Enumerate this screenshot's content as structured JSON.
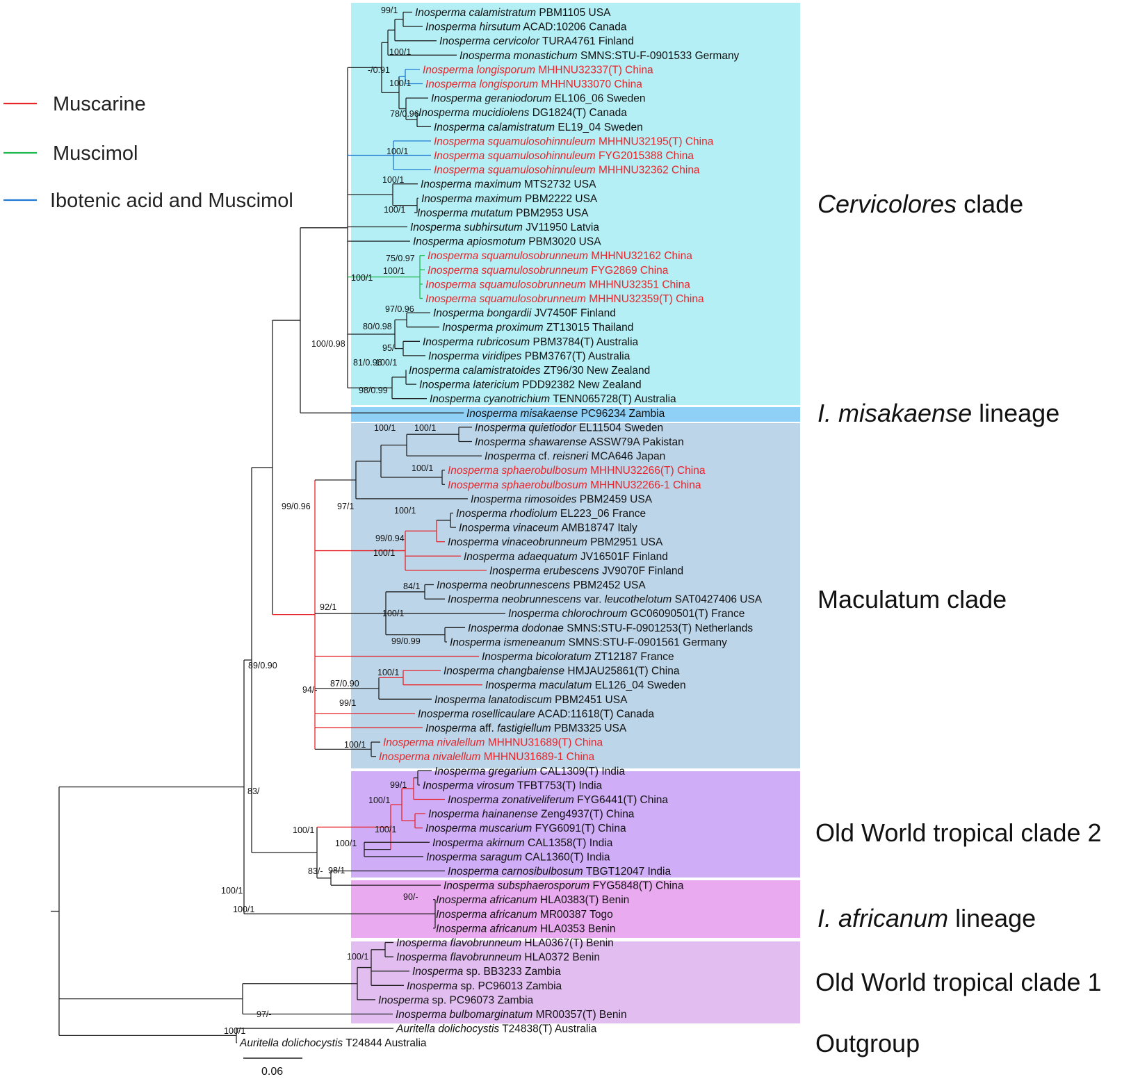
{
  "legend": [
    {
      "label": "Muscarine",
      "color": "#e8242a"
    },
    {
      "label": "Muscimol",
      "color": "#1fb84f"
    },
    {
      "label": "Ibotenic acid and Muscimol",
      "color": "#1f78d1"
    }
  ],
  "scale_bar": {
    "label": "0.06"
  },
  "colors": {
    "default_branch": "#222222",
    "highlight_text": "#e8242a"
  },
  "clades": [
    {
      "id": "cervicolores",
      "italic": "Cervicolores",
      "rest": " clade",
      "color": "#b3eff4"
    },
    {
      "id": "misakaense",
      "italic": "I. misakaense",
      "rest": " lineage",
      "color": "#8fd0f7"
    },
    {
      "id": "maculatum",
      "italic": "",
      "rest": "Maculatum clade",
      "color": "#bcd5e8"
    },
    {
      "id": "owt2",
      "italic": "",
      "rest": "Old World tropical clade 2",
      "color": "#cfadf7"
    },
    {
      "id": "africanum",
      "italic": "I. africanum",
      "rest": " lineage",
      "color": "#eaaaf0"
    },
    {
      "id": "owt1",
      "italic": "",
      "rest": "Old World tropical clade 1",
      "color": "#e1bdf0"
    },
    {
      "id": "outgroup",
      "italic": "",
      "rest": "Outgroup",
      "color": ""
    }
  ],
  "taxa": [
    {
      "genus": "Inosperma",
      "epithet": "calamistratum",
      "voucher": "PBM1105 USA",
      "red": false
    },
    {
      "genus": "Inosperma",
      "epithet": "hirsutum",
      "voucher": "ACAD:10206 Canada",
      "red": false
    },
    {
      "genus": "Inosperma",
      "epithet": "cervicolor",
      "voucher": "TURA4761 Finland",
      "red": false
    },
    {
      "genus": "Inosperma",
      "epithet": "monastichum",
      "voucher": "SMNS:STU-F-0901533 Germany",
      "red": false
    },
    {
      "genus": "Inosperma",
      "epithet": "longisporum",
      "voucher": "MHHNU32337(T) China",
      "red": true
    },
    {
      "genus": "Inosperma",
      "epithet": "longisporum",
      "voucher": "MHHNU33070 China",
      "red": true
    },
    {
      "genus": "Inosperma",
      "epithet": "geraniodorum",
      "voucher": "EL106_06 Sweden",
      "red": false
    },
    {
      "genus": "Inosperma",
      "epithet": "mucidiolens",
      "voucher": "DG1824(T) Canada",
      "red": false
    },
    {
      "genus": "Inosperma",
      "epithet": "calamistratum",
      "voucher": "EL19_04 Sweden",
      "red": false
    },
    {
      "genus": "Inosperma",
      "epithet": "squamulosohinnuleum",
      "voucher": "MHHNU32195(T) China",
      "red": true
    },
    {
      "genus": "Inosperma",
      "epithet": "squamulosohinnuleum",
      "voucher": "FYG2015388 China",
      "red": true
    },
    {
      "genus": "Inosperma",
      "epithet": "squamulosohinnuleum",
      "voucher": "MHHNU32362 China",
      "red": true
    },
    {
      "genus": "Inosperma",
      "epithet": "maximum",
      "voucher": "MTS2732 USA",
      "red": false
    },
    {
      "genus": "Inosperma",
      "epithet": "maximum",
      "voucher": "PBM2222 USA",
      "red": false
    },
    {
      "genus": "Inosperma",
      "epithet": "mutatum",
      "voucher": "PBM2953 USA",
      "red": false
    },
    {
      "genus": "Inosperma",
      "epithet": "subhirsutum",
      "voucher": "JV11950 Latvia",
      "red": false
    },
    {
      "genus": "Inosperma",
      "epithet": "apiosmotum",
      "voucher": "PBM3020 USA",
      "red": false
    },
    {
      "genus": "Inosperma",
      "epithet": "squamulosobrunneum",
      "voucher": "MHHNU32162 China",
      "red": true
    },
    {
      "genus": "Inosperma",
      "epithet": "squamulosobrunneum",
      "voucher": "FYG2869 China",
      "red": true
    },
    {
      "genus": "Inosperma",
      "epithet": "squamulosobrunneum",
      "voucher": "MHHNU32351 China",
      "red": true
    },
    {
      "genus": "Inosperma",
      "epithet": "squamulosobrunneum",
      "voucher": "MHHNU32359(T) China",
      "red": true
    },
    {
      "genus": "Inosperma",
      "epithet": "bongardii",
      "voucher": "JV7450F Finland",
      "red": false
    },
    {
      "genus": "Inosperma",
      "epithet": "proximum",
      "voucher": "ZT13015 Thailand",
      "red": false
    },
    {
      "genus": "Inosperma",
      "epithet": "rubricosum",
      "voucher": "PBM3784(T) Australia",
      "red": false
    },
    {
      "genus": "Inosperma",
      "epithet": "viridipes",
      "voucher": "PBM3767(T) Australia",
      "red": false
    },
    {
      "genus": "Inosperma",
      "epithet": "calamistratoides",
      "voucher": "ZT96/30 New Zealand",
      "red": false
    },
    {
      "genus": "Inosperma",
      "epithet": "latericium",
      "voucher": "PDD92382 New Zealand",
      "red": false
    },
    {
      "genus": "Inosperma",
      "epithet": "cyanotrichium",
      "voucher": "TENN065728(T) Australia",
      "red": false
    },
    {
      "genus": "Inosperma",
      "epithet": "misakaense",
      "voucher": "PC96234 Zambia",
      "red": false
    },
    {
      "genus": "Inosperma",
      "epithet": "quietiodor",
      "voucher": "EL11504 Sweden",
      "red": false
    },
    {
      "genus": "Inosperma",
      "epithet": "shawarense",
      "voucher": "ASSW79A Pakistan",
      "red": false
    },
    {
      "genus": "Inosperma",
      "epithet": "cf. reisneri",
      "voucher": "MCA646 Japan",
      "red": false,
      "upright_cf": true
    },
    {
      "genus": "Inosperma",
      "epithet": "sphaerobulbosum",
      "voucher": "MHHNU32266(T) China",
      "red": true
    },
    {
      "genus": "Inosperma",
      "epithet": "sphaerobulbosum",
      "voucher": "MHHNU32266-1 China",
      "red": true
    },
    {
      "genus": "Inosperma",
      "epithet": "rimosoides",
      "voucher": "PBM2459 USA",
      "red": false
    },
    {
      "genus": "Inosperma",
      "epithet": "rhodiolum",
      "voucher": "EL223_06 France",
      "red": false
    },
    {
      "genus": "Inosperma",
      "epithet": "vinaceum",
      "voucher": "AMB18747 Italy",
      "red": false
    },
    {
      "genus": "Inosperma",
      "epithet": "vinaceobrunneum",
      "voucher": "PBM2951 USA",
      "red": false
    },
    {
      "genus": "Inosperma",
      "epithet": "adaequatum",
      "voucher": "JV16501F Finland",
      "red": false
    },
    {
      "genus": "Inosperma",
      "epithet": "erubescens",
      "voucher": "JV9070F Finland",
      "red": false
    },
    {
      "genus": "Inosperma",
      "epithet": "neobrunnescens",
      "voucher": "PBM2452 USA",
      "red": false
    },
    {
      "genus": "Inosperma",
      "epithet": "neobrunnescens",
      "voucher": "SAT0427406 USA",
      "red": false,
      "variety": "leucothelotum"
    },
    {
      "genus": "Inosperma",
      "epithet": "chlorochroum",
      "voucher": "GC06090501(T) France",
      "red": false
    },
    {
      "genus": "Inosperma",
      "epithet": "dodonae",
      "voucher": "SMNS:STU-F-0901253(T) Netherlands",
      "red": false
    },
    {
      "genus": "Inosperma",
      "epithet": "ismeneanum",
      "voucher": "SMNS:STU-F-0901561 Germany",
      "red": false
    },
    {
      "genus": "Inosperma",
      "epithet": "bicoloratum",
      "voucher": "ZT12187 France",
      "red": false
    },
    {
      "genus": "Inosperma",
      "epithet": "changbaiense",
      "voucher": "HMJAU25861(T) China",
      "red": false
    },
    {
      "genus": "Inosperma",
      "epithet": "maculatum",
      "voucher": "EL126_04 Sweden",
      "red": false
    },
    {
      "genus": "Inosperma",
      "epithet": "lanatodiscum",
      "voucher": "PBM2451 USA",
      "red": false
    },
    {
      "genus": "Inosperma",
      "epithet": "rosellicaulare",
      "voucher": "ACAD:11618(T) Canada",
      "red": false
    },
    {
      "genus": "Inosperma",
      "epithet": "aff. fastigiellum",
      "voucher": "PBM3325 USA",
      "red": false,
      "upright_cf": true
    },
    {
      "genus": "Inosperma",
      "epithet": "nivalellum",
      "voucher": "MHHNU31689(T) China",
      "red": true
    },
    {
      "genus": "Inosperma",
      "epithet": "nivalellum",
      "voucher": "MHHNU31689-1 China",
      "red": true
    },
    {
      "genus": "Inosperma",
      "epithet": "gregarium",
      "voucher": "CAL1309(T) India",
      "red": false
    },
    {
      "genus": "Inosperma",
      "epithet": "virosum",
      "voucher": "TFBT753(T) India",
      "red": false
    },
    {
      "genus": "Inosperma",
      "epithet": "zonativeliferum",
      "voucher": "FYG6441(T) China",
      "red": false
    },
    {
      "genus": "Inosperma",
      "epithet": "hainanense",
      "voucher": "Zeng4937(T) China",
      "red": false
    },
    {
      "genus": "Inosperma",
      "epithet": "muscarium",
      "voucher": "FYG6091(T) China",
      "red": false
    },
    {
      "genus": "Inosperma",
      "epithet": "akirnum",
      "voucher": "CAL1358(T) India",
      "red": false
    },
    {
      "genus": "Inosperma",
      "epithet": "saragum",
      "voucher": "CAL1360(T) India",
      "red": false
    },
    {
      "genus": "Inosperma",
      "epithet": "carnosibulbosum",
      "voucher": "TBGT12047 India",
      "red": false
    },
    {
      "genus": "Inosperma",
      "epithet": "subsphaerosporum",
      "voucher": "FYG5848(T) China",
      "red": false
    },
    {
      "genus": "Inosperma",
      "epithet": "africanum",
      "voucher": "HLA0383(T) Benin",
      "red": false
    },
    {
      "genus": "Inosperma",
      "epithet": "africanum",
      "voucher": "MR00387 Togo",
      "red": false
    },
    {
      "genus": "Inosperma",
      "epithet": "africanum",
      "voucher": "HLA0353 Benin",
      "red": false
    },
    {
      "genus": "Inosperma",
      "epithet": "flavobrunneum",
      "voucher": "HLA0367(T) Benin",
      "red": false
    },
    {
      "genus": "Inosperma",
      "epithet": "flavobrunneum",
      "voucher": "HLA0372 Benin",
      "red": false
    },
    {
      "genus": "Inosperma",
      "epithet": "sp.",
      "voucher": "BB3233 Zambia",
      "red": false,
      "upright_cf": true
    },
    {
      "genus": "Inosperma",
      "epithet": "sp.",
      "voucher": "PC96013 Zambia",
      "red": false,
      "upright_cf": true
    },
    {
      "genus": "Inosperma",
      "epithet": "sp.",
      "voucher": "PC96073 Zambia",
      "red": false,
      "upright_cf": true
    },
    {
      "genus": "Inosperma",
      "epithet": "bulbomarginatum",
      "voucher": "MR00357(T) Benin",
      "red": false
    },
    {
      "genus": "Auritella",
      "epithet": "dolichocystis",
      "voucher": "T24838(T) Australia",
      "red": false
    },
    {
      "genus": "Auritella",
      "epithet": "dolichocystis",
      "voucher": "T24844 Australia",
      "red": false
    }
  ],
  "support": [
    "99/1",
    "100/1",
    "-/0.91",
    "100/1",
    "78/0.96",
    "100/1",
    "100/1",
    "75/0.97",
    "100/1",
    "100/1",
    "97/0.96",
    "80/0.98",
    "95/-",
    "81/0.96",
    "100/1",
    "98/0.99",
    "100/0.98",
    "100/1",
    "99/0.96",
    "100/1",
    "100/1",
    "100/1",
    "100/1",
    "99/0.94",
    "100/1",
    "97/1",
    "84/1",
    "100/1",
    "99/0.99",
    "92/1",
    "100/1",
    "87/0.90",
    "99/1",
    "94/-",
    "100/1",
    "89/0.90",
    "99/1",
    "100/1",
    "100/1",
    "100/1",
    "83/-",
    "98/1",
    "100/1",
    "83/",
    "100/1",
    "90/-",
    "100/1",
    "97/-",
    "100/1",
    "100/1"
  ]
}
